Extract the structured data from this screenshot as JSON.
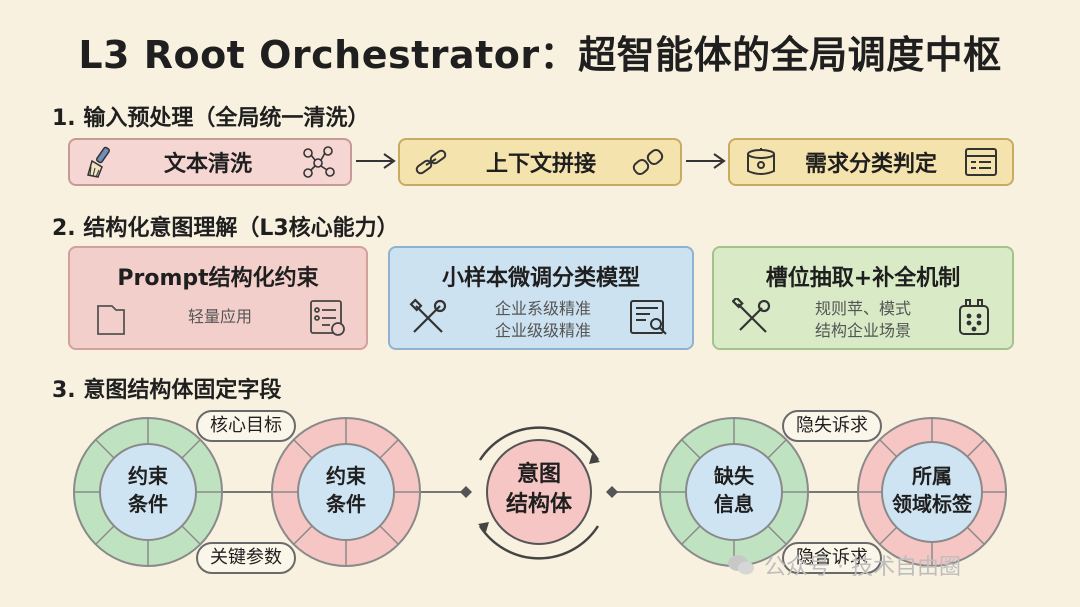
{
  "title": "L3 Root Orchestrator：超智能体的全局调度中枢",
  "section1": {
    "heading": "1. 输入预处理（全局统一清洗）",
    "steps": [
      {
        "label": "文本清洗",
        "icon": "broom-icon",
        "icon2": "molecule-icon"
      },
      {
        "label": "上下文拼接",
        "icon": "link-icon",
        "icon2": "chain-icon"
      },
      {
        "label": "需求分类判定",
        "icon": "pot-icon",
        "icon2": "form-icon"
      }
    ]
  },
  "section2": {
    "heading": "2. 结构化意图理解（L3核心能力）",
    "cards": [
      {
        "title": "Prompt结构化约束",
        "sub": [
          "轻量应用"
        ]
      },
      {
        "title": "小样本微调分类模型",
        "sub": [
          "企业系级精准",
          "企业级级精准"
        ]
      },
      {
        "title": "槽位抽取+补全机制",
        "sub": [
          "规则苹、模式",
          "结构企业场景"
        ]
      }
    ]
  },
  "section3": {
    "heading": "3. 意图结构体固定字段",
    "rings": [
      {
        "label_lines": [
          "约束",
          "条件"
        ],
        "color": "#bfe3c1"
      },
      {
        "label_lines": [
          "约束",
          "条件"
        ],
        "color": "#f5c6c3"
      },
      {
        "label_lines": [
          "意图",
          "结构体"
        ],
        "color": "#f5c6c3"
      },
      {
        "label_lines": [
          "缺失",
          "信息"
        ],
        "color": "#bfe3c1"
      },
      {
        "label_lines": [
          "所属",
          "领域标签"
        ],
        "color": "#f5c6c3"
      }
    ],
    "tags": [
      "核心目标",
      "关键参数",
      "隐失诉求",
      "隐含诉求"
    ]
  },
  "watermark": "公众号 · 技术自由圈",
  "colors": {
    "background": "#f8f1df",
    "pink": "#f3cfcc",
    "yellow": "#f5e3ad",
    "blue": "#cde2f1",
    "green": "#d8ebc6"
  }
}
